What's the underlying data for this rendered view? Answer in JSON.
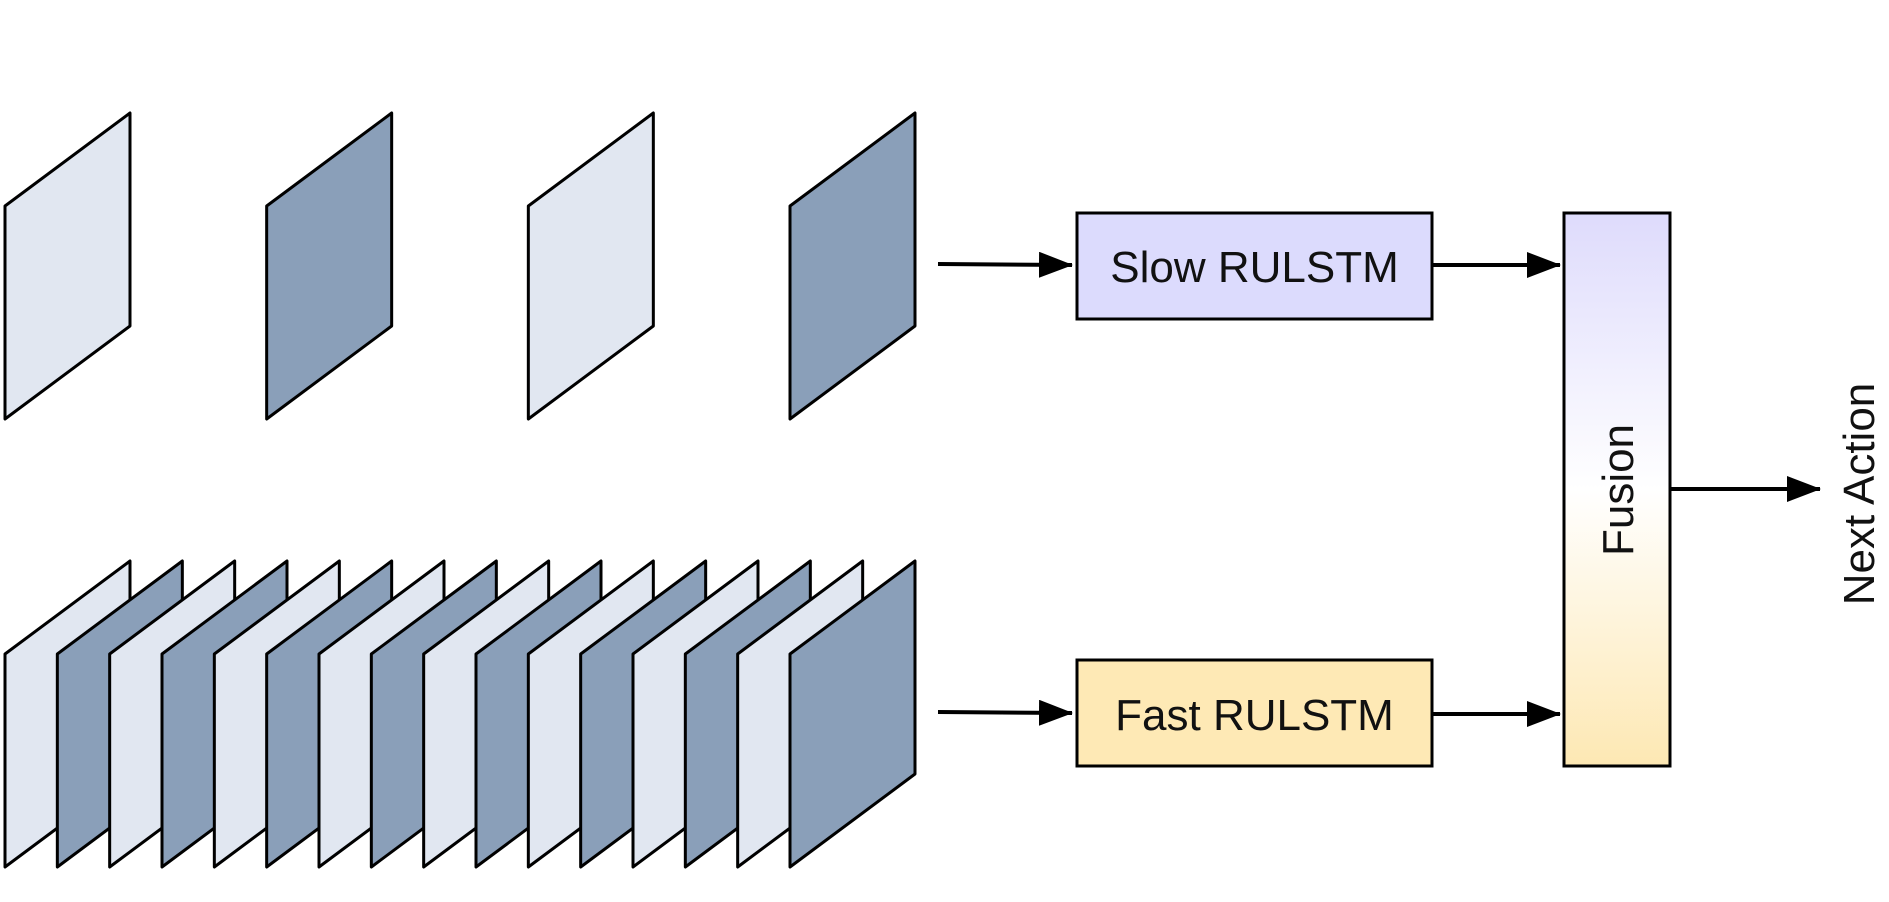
{
  "colors": {
    "frame_light": "#e1e7f1",
    "frame_dark": "#8a9fb9",
    "slow_box": "#dcdbfd",
    "fast_box": "#fee9b5",
    "fusion_top": "#dedbfc",
    "fusion_mid": "#ffffff",
    "fusion_bottom": "#fde8b3"
  },
  "slow_branch": {
    "frames": [
      "light",
      "dark",
      "light",
      "dark"
    ],
    "block_label": "Slow RULSTM"
  },
  "fast_branch": {
    "frames": [
      "light",
      "dark",
      "light",
      "dark",
      "light",
      "dark",
      "light",
      "dark",
      "light",
      "dark",
      "light",
      "dark",
      "light",
      "dark",
      "light",
      "dark"
    ],
    "block_label": "Fast RULSTM"
  },
  "fusion": {
    "label": "Fusion"
  },
  "output": {
    "label": "Next Action"
  }
}
